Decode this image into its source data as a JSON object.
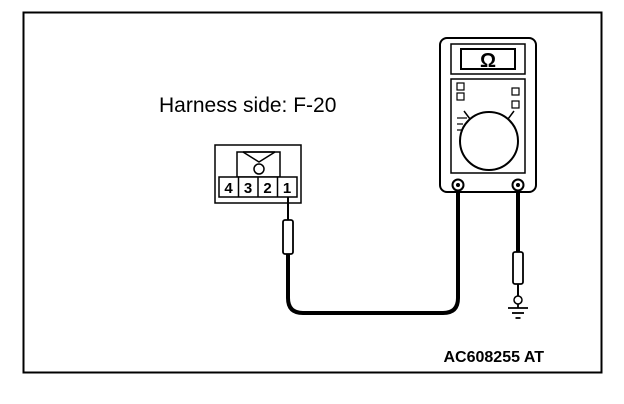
{
  "diagram": {
    "harness_label": "Harness side: F-20",
    "meter_symbol": "Ω",
    "connector_pins": [
      "4",
      "3",
      "2",
      "1"
    ],
    "figure_code": "AC608255 AT",
    "icons": [
      "connector-icon",
      "multimeter-icon",
      "ohm-symbol",
      "ground-icon",
      "probe-icon"
    ]
  }
}
